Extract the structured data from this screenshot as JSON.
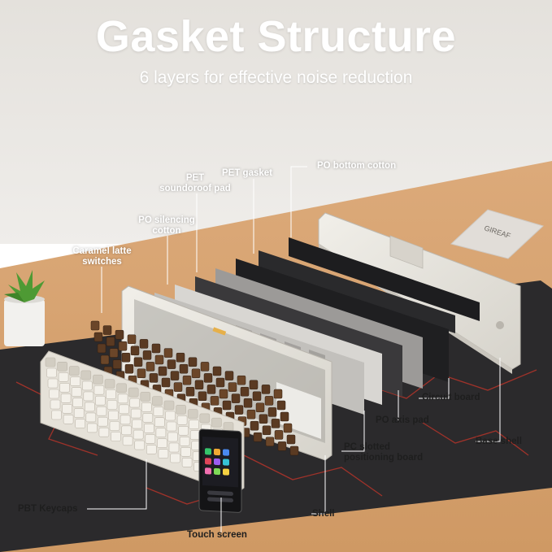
{
  "title": "Gasket Structure",
  "subtitle": "6 layers for effective noise reduction",
  "labels": {
    "po_bottom_cotton": "PO bottom cotton",
    "pet_gasket": "PET gasket",
    "pet_soundproof_line1": "PET",
    "pet_soundproof_line2": "soundoroof pad",
    "po_silencing_line1": "PO silencing",
    "po_silencing_line2": "cotton",
    "switches_line1": "Caramel latte",
    "switches_line2": "switches",
    "circuit_board": "Circuit board",
    "po_axis_pad": "PO axis pad",
    "base_shell": "Base shell",
    "pc_plate_line1": "PC slotted",
    "pc_plate_line2": "positioning board",
    "pbt_keycaps": "PBT Keycaps",
    "shell": "Shell",
    "touch_screen": "Touch screen"
  },
  "card_text": "GIREAF",
  "colors": {
    "wall": "#e9e7e3",
    "desk": "#d9a676",
    "mat": "#2b2a2c",
    "accent_red": "#c7352a",
    "switch_brown": "#5a3a22",
    "keycap": "#ece8df"
  }
}
